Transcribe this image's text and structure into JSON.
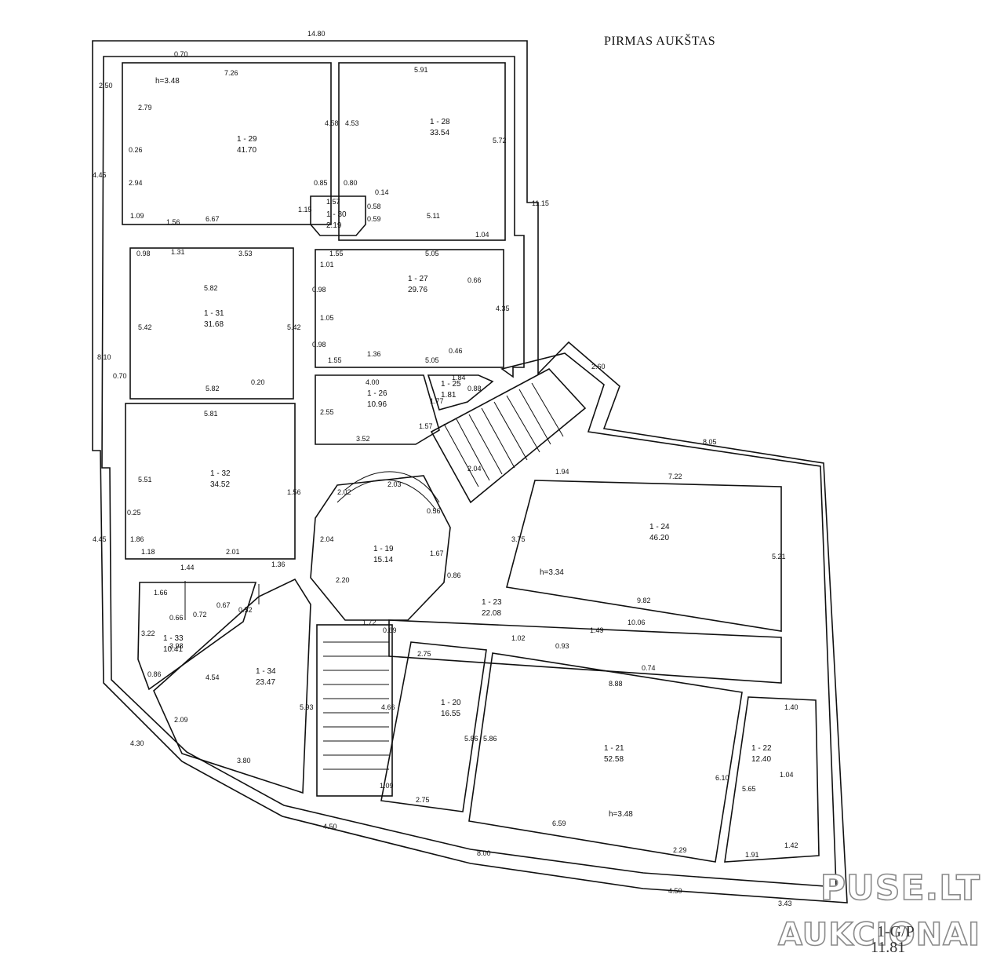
{
  "floor_title": "PIRMAS AUKŠTAS",
  "watermark": {
    "line1": "PUSE.LT",
    "line2": "AUKCIONAI"
  },
  "stamp": {
    "a": "1-G/P",
    "b": "11.81"
  },
  "rooms": [
    {
      "id": "1 - 29",
      "area": "41.70"
    },
    {
      "id": "1 - 28",
      "area": "33.54"
    },
    {
      "id": "1 - 30",
      "area": "2.19"
    },
    {
      "id": "1 - 31",
      "area": "31.68"
    },
    {
      "id": "1 - 27",
      "area": "29.76"
    },
    {
      "id": "1 - 26",
      "area": "10.96"
    },
    {
      "id": "1 - 25",
      "area": "1.81"
    },
    {
      "id": "1 - 32",
      "area": "34.52"
    },
    {
      "id": "1 - 19",
      "area": "15.14"
    },
    {
      "id": "1 - 24",
      "area": "46.20"
    },
    {
      "id": "1 - 23",
      "area": "22.08"
    },
    {
      "id": "1 - 33",
      "area": "10.41"
    },
    {
      "id": "1 - 34",
      "area": "23.47"
    },
    {
      "id": "1 - 20",
      "area": "16.55"
    },
    {
      "id": "1 - 21",
      "area": "52.58"
    },
    {
      "id": "1 - 22",
      "area": "12.40"
    }
  ],
  "heights": [
    "h=3.48",
    "h=3.34",
    "h=3.48"
  ],
  "dimensions": [
    "14.80",
    "0.70",
    "7.26",
    "5.91",
    "2.50",
    "2.79",
    "4.58",
    "4.53",
    "5.72",
    "0.26",
    "4.45",
    "2.94",
    "0.85",
    "0.80",
    "0.14",
    "11.15",
    "1.57",
    "1.15",
    "0.58",
    "0.59",
    "1.09",
    "1.56",
    "6.67",
    "5.11",
    "1.04",
    "0.98",
    "1.31",
    "3.53",
    "1.55",
    "5.05",
    "1.01",
    "5.82",
    "0.98",
    "0.66",
    "5.42",
    "1.05",
    "4.35",
    "5.42",
    "8.10",
    "0.98",
    "1.36",
    "0.46",
    "1.55",
    "5.05",
    "2.60",
    "0.70",
    "0.20",
    "1.84",
    "5.82",
    "4.00",
    "0.88",
    "1.77",
    "5.81",
    "2.55",
    "1.57",
    "3.52",
    "8.05",
    "1.94",
    "7.22",
    "2.04",
    "5.51",
    "1.56",
    "2.02",
    "2.03",
    "0.56",
    "0.25",
    "2.04",
    "3.75",
    "1.86",
    "4.45",
    "1.18",
    "2.01",
    "1.67",
    "5.21",
    "1.44",
    "1.36",
    "0.86",
    "2.20",
    "1.66",
    "0.66",
    "0.72",
    "0.67",
    "0.52",
    "9.82",
    "10.06",
    "1.72",
    "0.69",
    "1.49",
    "3.22",
    "1.02",
    "0.93",
    "3.98",
    "2.75",
    "0.74",
    "0.86",
    "4.54",
    "8.88",
    "4.66",
    "5.86",
    "5.86",
    "1.40",
    "2.09",
    "5.93",
    "4.30",
    "6.10",
    "5.65",
    "3.80",
    "1.09",
    "1.04",
    "2.75",
    "6.59",
    "4.50",
    "8.00",
    "2.29",
    "1.42",
    "1.91",
    "4.50",
    "3.43"
  ]
}
